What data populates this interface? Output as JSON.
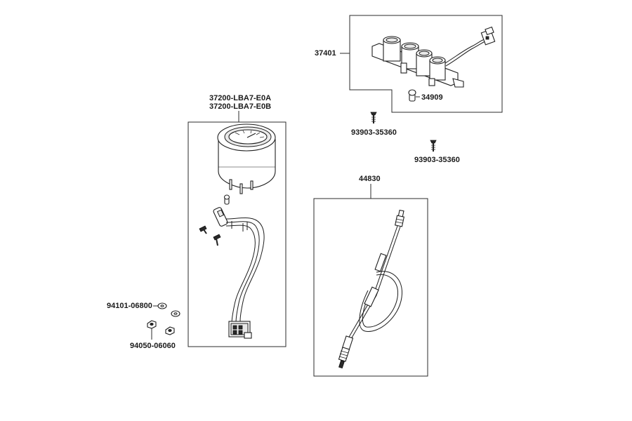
{
  "labels": {
    "p37401": "37401",
    "p34909": "34909",
    "p93903a": "93903-35360",
    "p93903b": "93903-35360",
    "p37200a": "37200-LBA7-E0A",
    "p37200b": "37200-LBA7-E0B",
    "p44830": "44830",
    "p94101": "94101-06800",
    "p94050": "94050-06060"
  }
}
